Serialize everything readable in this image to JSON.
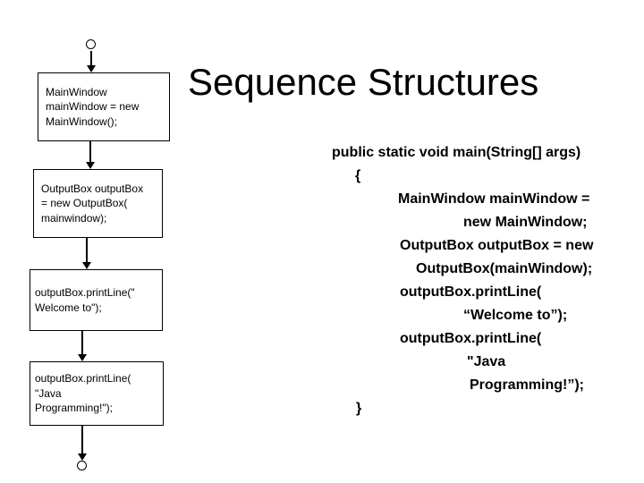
{
  "slide": {
    "title": "Sequence Structures",
    "background_color": "#ffffff",
    "text_color": "#000000"
  },
  "flowchart": {
    "start_terminal": "circle",
    "end_terminal": "circle",
    "boxes": [
      {
        "lines": [
          "MainWindow",
          "mainWindow = new",
          "MainWindow();"
        ]
      },
      {
        "lines": [
          "OutputBox outputBox",
          "= new OutputBox(",
          "mainwindow);"
        ]
      },
      {
        "lines": [
          "outputBox.printLine(\"",
          "Welcome to\");"
        ]
      },
      {
        "lines": [
          "outputBox.printLine(",
          "\"Java",
          "Programming!\");"
        ]
      }
    ]
  },
  "code": {
    "lines": [
      "public static void main(String[] args)",
      "{",
      "MainWindow mainWindow =",
      "new MainWindow;",
      "OutputBox outputBox = new",
      "OutputBox(mainWindow);",
      "outputBox.printLine(",
      "“Welcome to”);",
      "outputBox.printLine(",
      "\"Java",
      "Programming!”);",
      "}"
    ]
  }
}
